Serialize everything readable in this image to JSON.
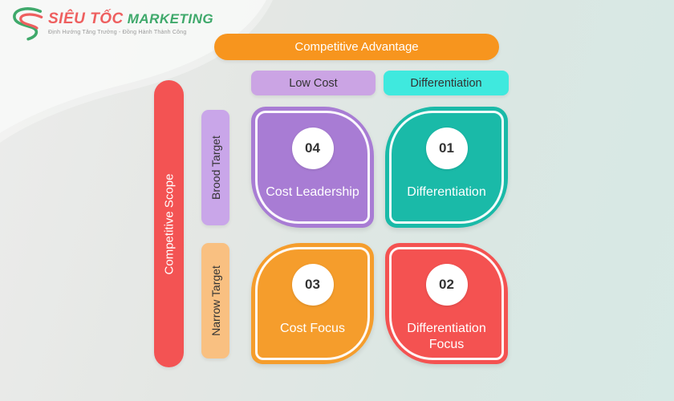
{
  "logo": {
    "brand_primary": "SIÊU TỐC",
    "brand_secondary": "MARKETING",
    "tagline": "Định Hướng Tăng Trưởng - Đồng Hành Thành Công",
    "icon": "s-swoosh-icon",
    "colors": {
      "primary": "#EE5F5F",
      "secondary": "#3FA96B"
    }
  },
  "matrix": {
    "top_axis": {
      "label": "Competitive Advantage",
      "color": "#F7951E"
    },
    "left_axis": {
      "label": "Competitive Scope",
      "color": "#F35353"
    },
    "column_headers": [
      {
        "label": "Low Cost",
        "color": "#CBA4E4"
      },
      {
        "label": "Differentiation",
        "color": "#3FE9DE"
      }
    ],
    "row_headers": [
      {
        "label": "Brood Target",
        "color": "#C9A6E9"
      },
      {
        "label": "Narrow Target",
        "color": "#F9C081"
      }
    ],
    "quadrants": [
      {
        "number": "04",
        "label": "Cost Leadership",
        "color": "#A87CD4"
      },
      {
        "number": "01",
        "label": "Differentiation",
        "color": "#1ABAA8"
      },
      {
        "number": "03",
        "label": "Cost Focus",
        "color": "#F59D2C"
      },
      {
        "number": "02",
        "label": "Differentiation Focus",
        "color": "#F45251"
      }
    ]
  }
}
